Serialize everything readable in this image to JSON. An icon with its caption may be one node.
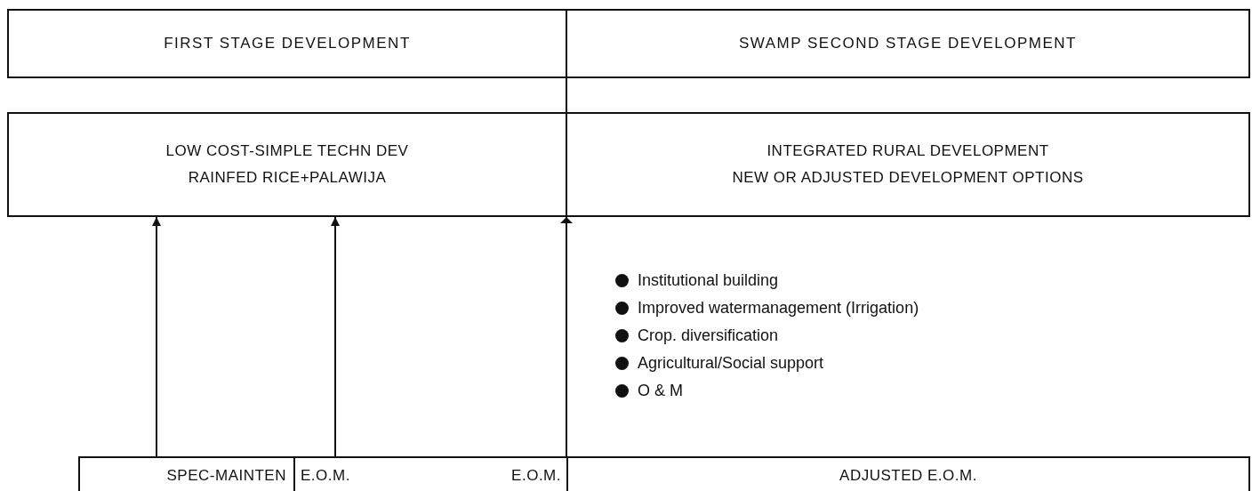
{
  "diagram": {
    "nodes": [
      {
        "text": [
          "FIRST STAGE DEVELOPMENT"
        ]
      },
      {
        "text": [
          "SWAMP SECOND STAGE DEVELOPMENT"
        ]
      },
      {
        "text": [
          "LOW COST-SIMPLE TECHN DEV",
          "RAINFED RICE+PALAWIJA"
        ]
      },
      {
        "text": [
          "INTEGRATED RURAL DEVELOPMENT",
          "NEW OR ADJUSTED DEVELOPMENT OPTIONS"
        ]
      },
      {
        "text": [
          "SPEC-MAINTEN"
        ]
      },
      {
        "text": [
          "E.O.M.",
          "E.O.M."
        ]
      },
      {
        "text": [
          "ADJUSTED E.O.M."
        ]
      }
    ],
    "edges": [
      {
        "from": 4,
        "to": 2,
        "arrow": "to"
      },
      {
        "from": 5,
        "to": 2,
        "arrow": "to"
      },
      {
        "from": 6,
        "to": 3,
        "arrow": "to"
      }
    ],
    "labels": [
      "Institutional building",
      "Improved watermanagement (Irrigation)",
      "Crop. diversification",
      "Agricultural/Social support",
      "O & M"
    ]
  }
}
